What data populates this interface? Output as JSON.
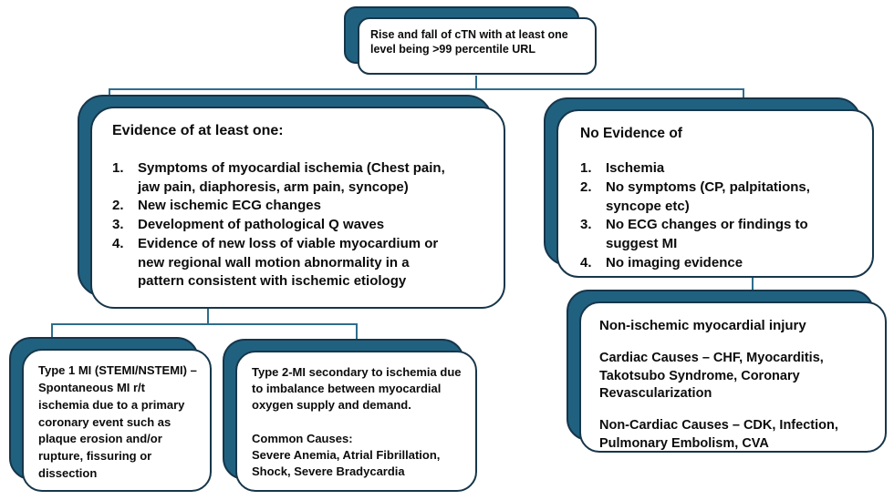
{
  "diagram": {
    "root_box": {
      "text": "Rise and fall of cTN with at least one level being  >99 percentile URL"
    },
    "evidence_box": {
      "title": "Evidence of at least one:",
      "items": [
        {
          "num": "1.",
          "text": "Symptoms of myocardial ischemia (Chest pain, jaw pain, diaphoresis, arm pain, syncope)"
        },
        {
          "num": "2.",
          "text": "New ischemic ECG changes"
        },
        {
          "num": "3.",
          "text": "Development of pathological Q waves"
        },
        {
          "num": "4.",
          "text": "Evidence of new loss of viable myocardium or new regional wall motion abnormality in a pattern consistent with ischemic etiology"
        }
      ]
    },
    "no_evidence_box": {
      "title": "No Evidence of",
      "items": [
        {
          "num": "1.",
          "text": "Ischemia"
        },
        {
          "num": "2.",
          "text": "No symptoms (CP, palpitations, syncope etc)"
        },
        {
          "num": "3.",
          "text": "No ECG changes or findings to suggest MI"
        },
        {
          "num": "4.",
          "text": "No imaging evidence"
        }
      ]
    },
    "type1_box": {
      "text": "Type 1 MI (STEMI/NSTEMI) – Spontaneous MI r/t ischemia due to a primary coronary event such as plaque erosion and/or rupture, fissuring or dissection"
    },
    "type2_box": {
      "text": "Type 2-MI secondary to ischemia due to imbalance between myocardial oxygen supply and demand.",
      "causes_label": "Common Causes:",
      "causes": "Severe Anemia, Atrial Fibrillation, Shock, Severe Bradycardia"
    },
    "injury_box": {
      "title": "Non-ischemic myocardial injury",
      "cardiac": "Cardiac Causes – CHF, Myocarditis, Takotsubo Syndrome, Coronary Revascularization",
      "non_cardiac": "Non-Cardiac Causes – CDK, Infection, Pulmonary Embolism, CVA"
    },
    "colors": {
      "box_shadow_fill": "#206180",
      "box_border": "#17364a",
      "connector": "#2f6d8c",
      "text": "#0c0c0c",
      "background": "#ffffff"
    }
  }
}
